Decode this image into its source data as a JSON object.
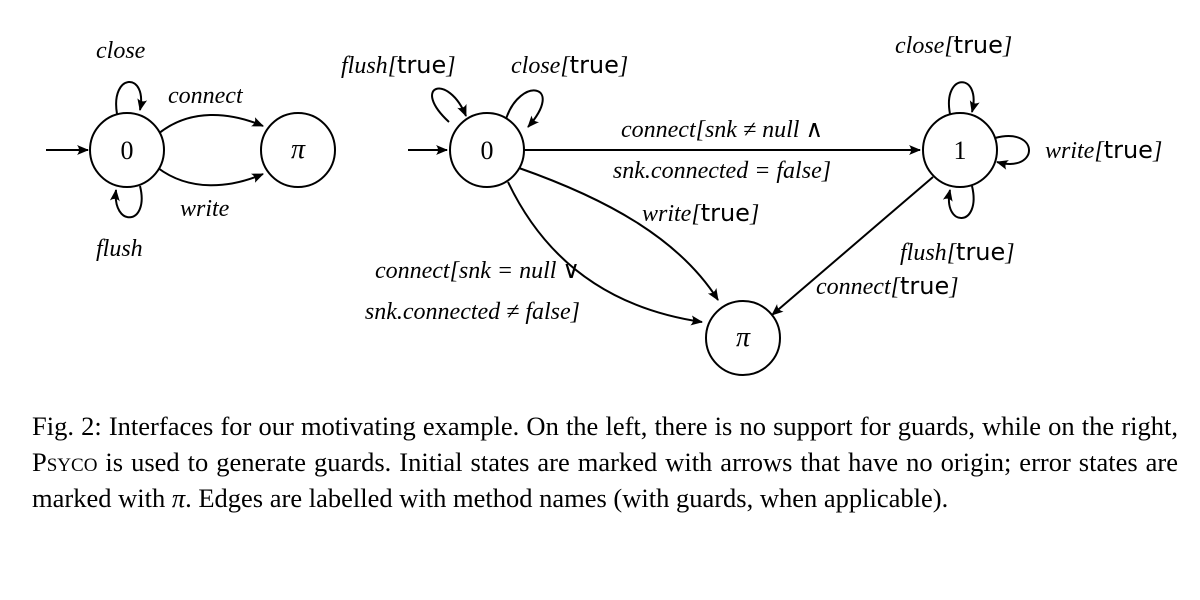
{
  "diagrams": {
    "left": {
      "states": {
        "initial": "0",
        "error": "π"
      },
      "edges": {
        "close_loop": "close",
        "connect": "connect",
        "write": "write",
        "flush_loop": "flush"
      }
    },
    "right": {
      "states": {
        "initial": "0",
        "connected": "1",
        "error": "π"
      },
      "guard_true": "true",
      "edges": {
        "flush_loop_0": "flush",
        "close_loop_0": "close",
        "connect_0_1_line1": "connect[snk ≠ null ∧",
        "connect_0_1_line2": "snk.connected = false]",
        "write_0_err": "write",
        "connect_0_err_line1": "connect[snk = null ∨",
        "connect_0_err_line2": "snk.connected ≠ false]",
        "close_loop_1": "close",
        "write_loop_1": "write",
        "flush_loop_1": "flush",
        "connect_1_err": "connect"
      }
    }
  },
  "caption": {
    "part1": "Fig. 2: Interfaces for our motivating example. On the left, there is no support for guards, while on the right, ",
    "tool_name": "Psyco",
    "part2": " is used to generate guards. Initial states are marked with arrows that have no origin; error states are marked with ",
    "pi_symbol": "π",
    "part3": ". Edges are labelled with method names (with guards, when applicable)."
  }
}
